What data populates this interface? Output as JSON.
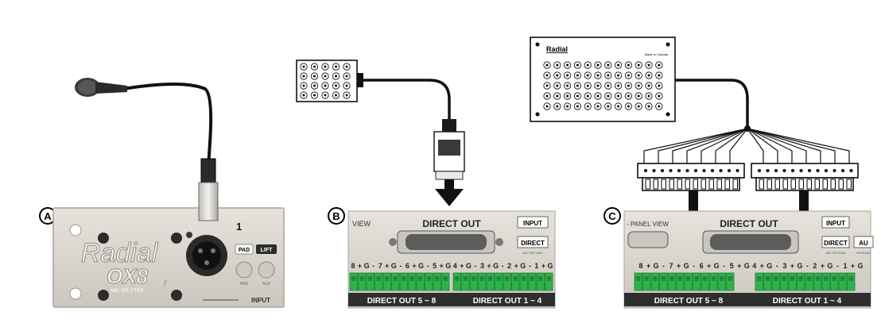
{
  "panels": [
    {
      "letter": "A",
      "brand": "Radial",
      "model": "OX8",
      "model_suffix": "r",
      "subtitle": "MIC SPLITTER",
      "channel": "1",
      "pad_label": "PAD",
      "lift_label": "LIFT",
      "pad_small": "PAD",
      "lift_small": "AUX",
      "section_label": "INPUT"
    },
    {
      "letter": "B",
      "view_label": "VIEW",
      "direct_out_label": "DIRECT OUT",
      "input_label": "INPUT",
      "direct_label": "DIRECT",
      "mic_return_label": "MIC RETURN",
      "pin_labels": [
        "8",
        "+",
        "G",
        "-",
        "7",
        "+",
        "G",
        "-",
        "6",
        "+",
        "G",
        "-",
        "5",
        "+",
        "G",
        "4",
        "+",
        "G",
        "-",
        "3",
        "+",
        "G",
        "-",
        "2",
        "+",
        "G",
        "-",
        "1",
        "+",
        "G"
      ],
      "group_left": "DIRECT OUT 5 ~ 8",
      "group_right": "DIRECT OUT 1 ~ 4"
    },
    {
      "letter": "C",
      "view_label": "- PANEL VIEW",
      "direct_out_label": "DIRECT OUT",
      "input_label": "INPUT",
      "direct_label": "DIRECT",
      "mic_return_label": "MIC RETURN",
      "aux_label": "AU",
      "ground_label": "GROUND",
      "group_left": "DIRECT OUT 5 ~ 8",
      "group_right": "DIRECT OUT 1 ~ 4",
      "snake_brand": "Radial",
      "snake_small": "Made in Canada"
    }
  ],
  "accent_colors": {
    "panel_face": "#d9d6cf",
    "panel_edge": "#a9a59c",
    "terminal_green": "#2fb24c",
    "label_strip": "#2e2e2e",
    "cable": "#111111"
  },
  "icons": [
    "microphone-icon",
    "xlr-connector-icon",
    "db25-connector-icon",
    "arrow-down-icon",
    "fanout-connector-icon",
    "snake-box-icon"
  ]
}
